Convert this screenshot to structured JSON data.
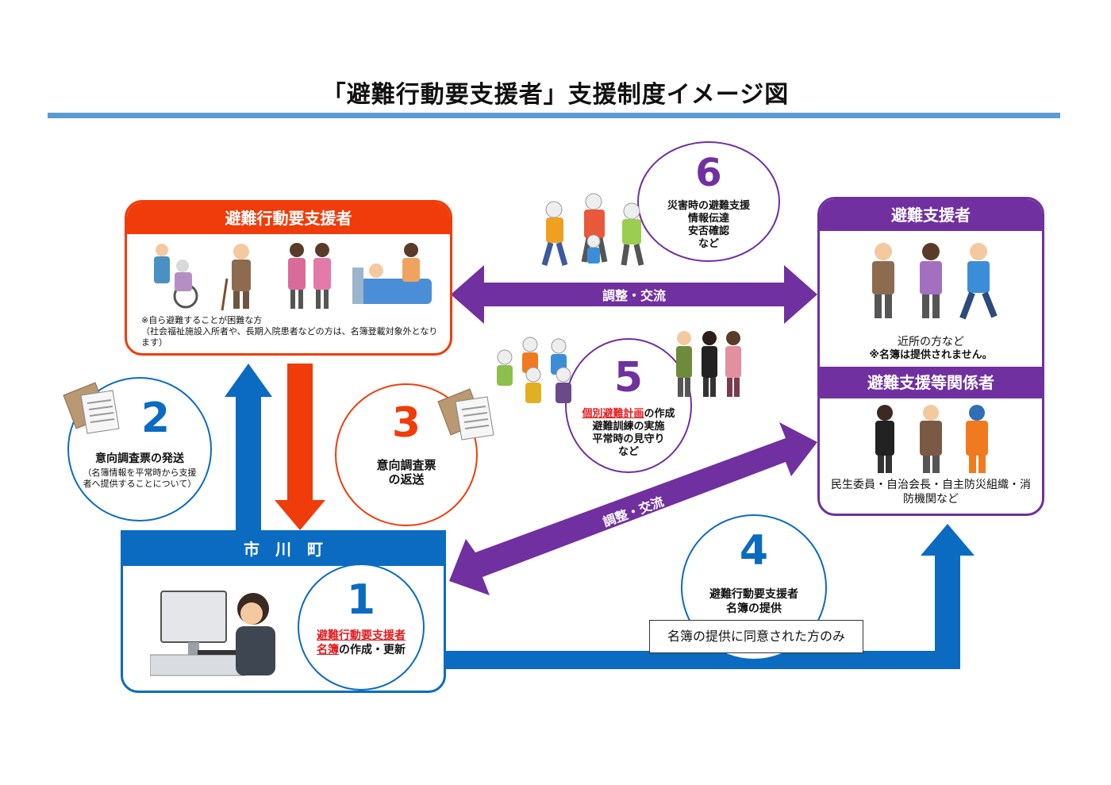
{
  "title": "「避難行動要支援者」支援制度イメージ図",
  "colors": {
    "blue": "#0a6bc1",
    "orange": "#f03c0a",
    "purple": "#7030a0",
    "rule": "#5b9bd5"
  },
  "requester": {
    "header": "避難行動要支援者",
    "note1": "※自ら避難することが困難な方",
    "note2": "（社会福祉施設入所者や、長期入院患者などの方は、名簿登載対象外となります）"
  },
  "supporters": {
    "header": "避難支援者",
    "caption1": "近所の方など",
    "caption2": "※名簿は提供されません。",
    "header2": "避難支援等関係者",
    "caption3": "民生委員・自治会長・自主防災組織・消防機関など"
  },
  "town": {
    "header": "市　川　町"
  },
  "steps": {
    "s1": {
      "num": "1",
      "red_text": "避難行動要支援者名簿",
      "text": "の作成・更新"
    },
    "s2": {
      "num": "2",
      "text": "意向調査票の発送",
      "sub": "（名簿情報を平常時から支援者へ提供することについて）"
    },
    "s3": {
      "num": "3",
      "line1": "意向調査票",
      "line2": "の返送"
    },
    "s4": {
      "num": "4",
      "line1": "避難行動要支援者",
      "line2": "名簿の提供"
    },
    "s5": {
      "num": "5",
      "red_text": "個別避難計画",
      "line1": "の作成",
      "line2": "避難訓練の実施",
      "line3": "平常時の見守り",
      "line4": "など"
    },
    "s6": {
      "num": "6",
      "line1": "災害時の避難支援",
      "line2": "情報伝達",
      "line3": "安否確認",
      "line4": "など"
    }
  },
  "arrow_labels": {
    "top": "調整・交流",
    "diag": "調整・交流"
  },
  "consent_label": "名簿の提供に同意された方のみ"
}
